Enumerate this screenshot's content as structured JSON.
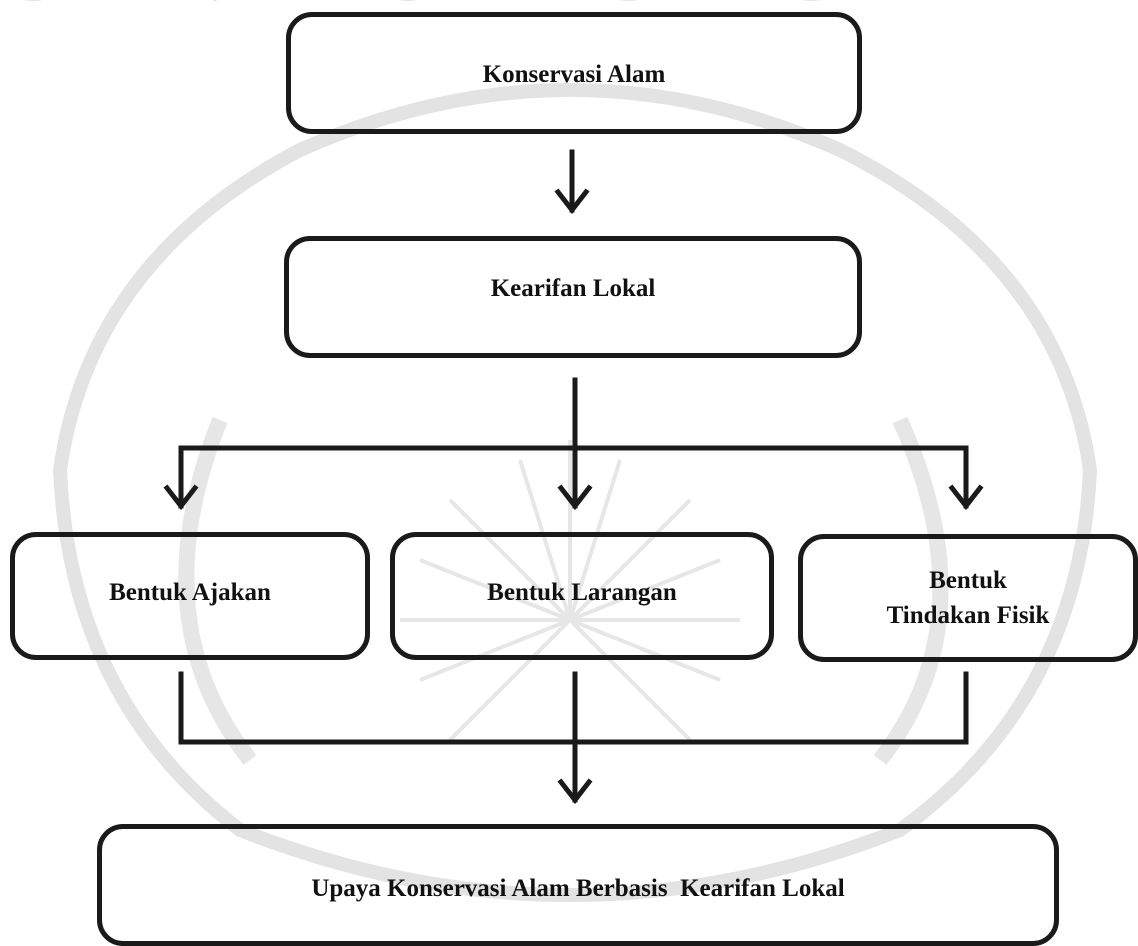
{
  "nodes": {
    "konservasi_alam": "Konservasi Alam",
    "kearifan_lokal": "Kearifan Lokal",
    "bentuk_ajakan": "Bentuk Ajakan",
    "bentuk_larangan": "Bentuk Larangan",
    "bentuk_tindakan_fisik_line1": "Bentuk",
    "bentuk_tindakan_fisik_line2": "Tindakan Fisik",
    "upaya": "Upaya Konservasi Alam Berbasis  Kearifan Lokal"
  },
  "watermark": {
    "arc_text": "UNIVERSITAS MUHAMMADIYAH"
  },
  "colors": {
    "stroke": "#1a1a1a",
    "watermark": "#d9d9d9"
  }
}
